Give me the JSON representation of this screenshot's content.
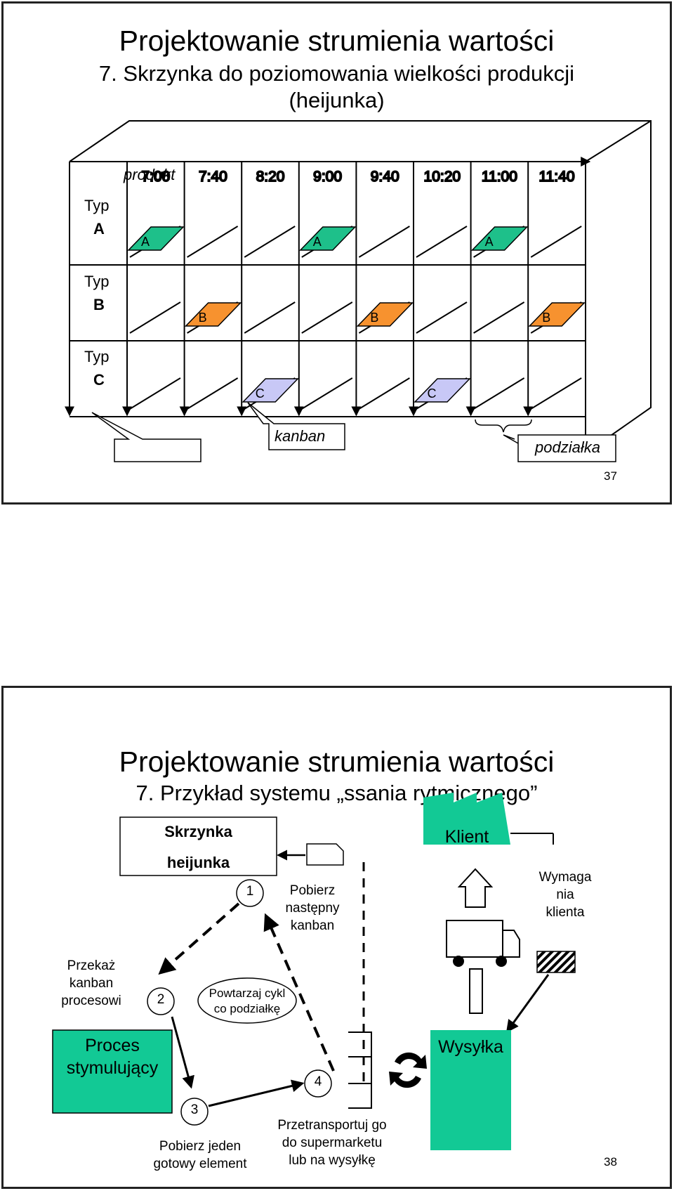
{
  "slide1": {
    "title": "Projektowanie strumienia wartości",
    "subtitle_line1": "7. Skrzynka do poziomowania wielkości produkcji",
    "subtitle_line2": "(heijunka)",
    "times": [
      "7:00",
      "7:40",
      "8:20",
      "9:00",
      "9:40",
      "10:20",
      "11:00",
      "11:40"
    ],
    "row_labels": [
      {
        "typ": "Typ",
        "letter": "A"
      },
      {
        "typ": "Typ",
        "letter": "B"
      },
      {
        "typ": "Typ",
        "letter": "C"
      }
    ],
    "kanban_cards": {
      "A": "A",
      "B": "B",
      "C": "C"
    },
    "colors": {
      "A": "#1ec08a",
      "B": "#f7922f",
      "C": "#c8c8f6"
    },
    "callouts": {
      "produkt": "produkt",
      "kanban": "kanban",
      "podzialka": "podziałka"
    },
    "page_number": "37"
  },
  "slide2": {
    "title": "Projektowanie strumienia wartości",
    "subtitle": "7. Przykład systemu „ssania rytmicznego”",
    "heijunka_box": {
      "line1": "Skrzynka",
      "line2": "heijunka"
    },
    "klient": "Klient",
    "wysylka": "Wysyłka",
    "proces": {
      "line1": "Proces",
      "line2": "stymulujący"
    },
    "steps": [
      "1",
      "2",
      "3",
      "4"
    ],
    "labels": {
      "pobierz_nastepny": [
        "Pobierz",
        "następny",
        "kanban"
      ],
      "przekaz": [
        "Przekaż",
        "kanban",
        "procesowi"
      ],
      "powtarzaj": [
        "Powtarzaj cykl",
        "co podziałkę"
      ],
      "wymagania": [
        "Wymaga",
        "nia",
        "klienta"
      ],
      "pobierz_jeden": [
        "Pobierz jeden",
        "gotowy element"
      ],
      "przetransportuj": [
        "Przetransportuj go",
        "do supermarketu",
        "lub na wysyłkę"
      ]
    },
    "colors": {
      "teal": "#12c995"
    },
    "page_number": "38"
  }
}
